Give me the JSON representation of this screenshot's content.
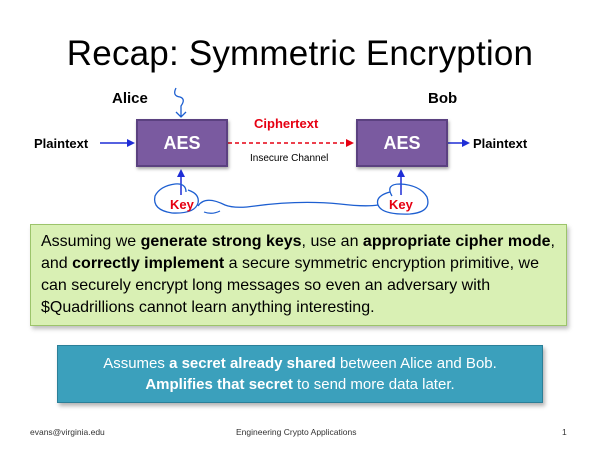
{
  "slide": {
    "title": "Recap: Symmetric Encryption",
    "alice": "Alice",
    "bob": "Bob",
    "plaintext_left": "Plaintext",
    "plaintext_right": "Plaintext",
    "aes_left": "AES",
    "aes_right": "AES",
    "ciphertext": "Ciphertext",
    "channel": "Insecure Channel",
    "key_left": "Key",
    "key_right": "Key"
  },
  "explain": {
    "p1": "Assuming we ",
    "b1": "generate strong keys",
    "p2": ", use an ",
    "b2": "appropriate cipher mode",
    "p3": ", and ",
    "b3": "correctly implement",
    "p4": " a secure symmetric encryption primitive, we can securely encrypt long messages so even an adversary with $Quadrillions cannot learn anything interesting."
  },
  "shared": {
    "p1": "Assumes ",
    "b1": "a secret already shared",
    "p2": " between Alice and Bob.",
    "b2": "Amplifies that secret",
    "p3": " to send more data later."
  },
  "footer": {
    "left": "evans@virginia.edu",
    "center": "Engineering Crypto Applications",
    "page": "1"
  },
  "colors": {
    "aes_fill": "#7a5aa0",
    "cipher_red": "#e60012",
    "arrow_blue": "#1f2dd6",
    "explain_fill": "#d9f0b4",
    "shared_fill": "#3ba0bc",
    "ink_blue": "#1d5fd1"
  }
}
